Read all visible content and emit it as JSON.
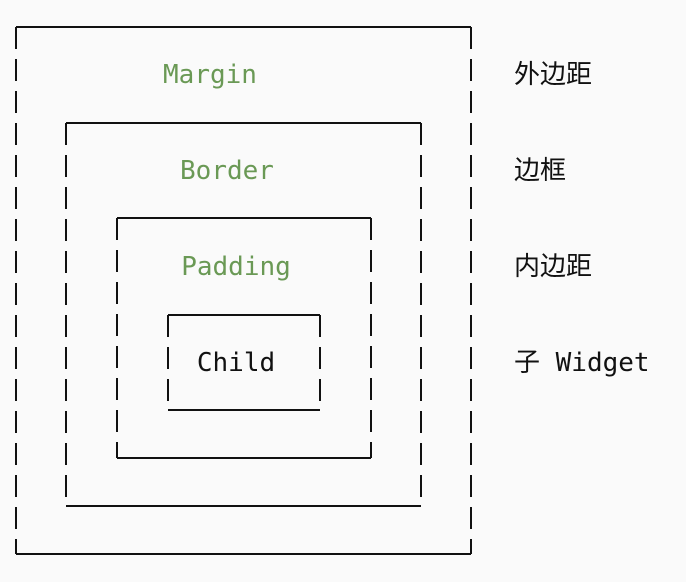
{
  "colors": {
    "background": "#fafafa",
    "line": "#111111",
    "layer_label": "#6a9955",
    "child_label": "#111111",
    "side_label": "#111111"
  },
  "layers": [
    {
      "label": "Margin",
      "side_label": "外边距"
    },
    {
      "label": "Border",
      "side_label": "边框"
    },
    {
      "label": "Padding",
      "side_label": "内边距"
    },
    {
      "label": "Child",
      "side_label": "子 Widget"
    }
  ]
}
